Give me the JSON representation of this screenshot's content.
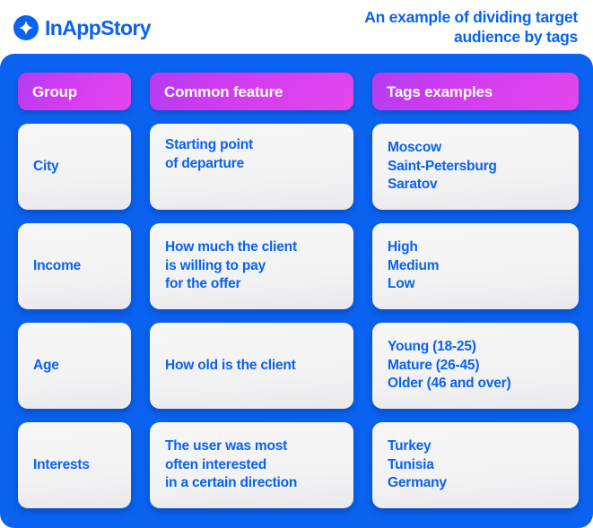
{
  "brand": {
    "name": "InAppStory",
    "mark_icon": "sparkle-four-point-icon",
    "mark_bg": "#0a62f0",
    "text_color": "#0a62f0"
  },
  "headline": "An example of dividing target\naudience by tags",
  "colors": {
    "panel_blue": "#0a62f0",
    "pill_magenta_start": "#b43cf0",
    "pill_magenta_end": "#e247ec",
    "card_gray": "#f2f2f3",
    "card_text_blue": "#0a62f0",
    "pill_text": "#ffffff"
  },
  "table": {
    "headers": [
      "Group",
      "Common feature",
      "Tags examples"
    ],
    "rows": [
      {
        "group": "City",
        "feature": "Starting point\nof departure",
        "tags": "Moscow\nSaint-Petersburg\nSaratov",
        "feature_align": "top",
        "tags_align": "center"
      },
      {
        "group": "Income",
        "feature": "How much the client\nis willing to pay\nfor the offer",
        "tags": "High\nMedium\nLow",
        "feature_align": "center",
        "tags_align": "center"
      },
      {
        "group": "Age",
        "feature": "How old is the client",
        "tags": "Young (18-25)\nMature (26-45)\nOlder (46 and over)",
        "feature_align": "center",
        "tags_align": "center"
      },
      {
        "group": "Interests",
        "feature": "The user was most\noften interested\nin a certain direction",
        "tags": "Turkey\nTunisia\nGermany",
        "feature_align": "center",
        "tags_align": "center"
      }
    ]
  }
}
